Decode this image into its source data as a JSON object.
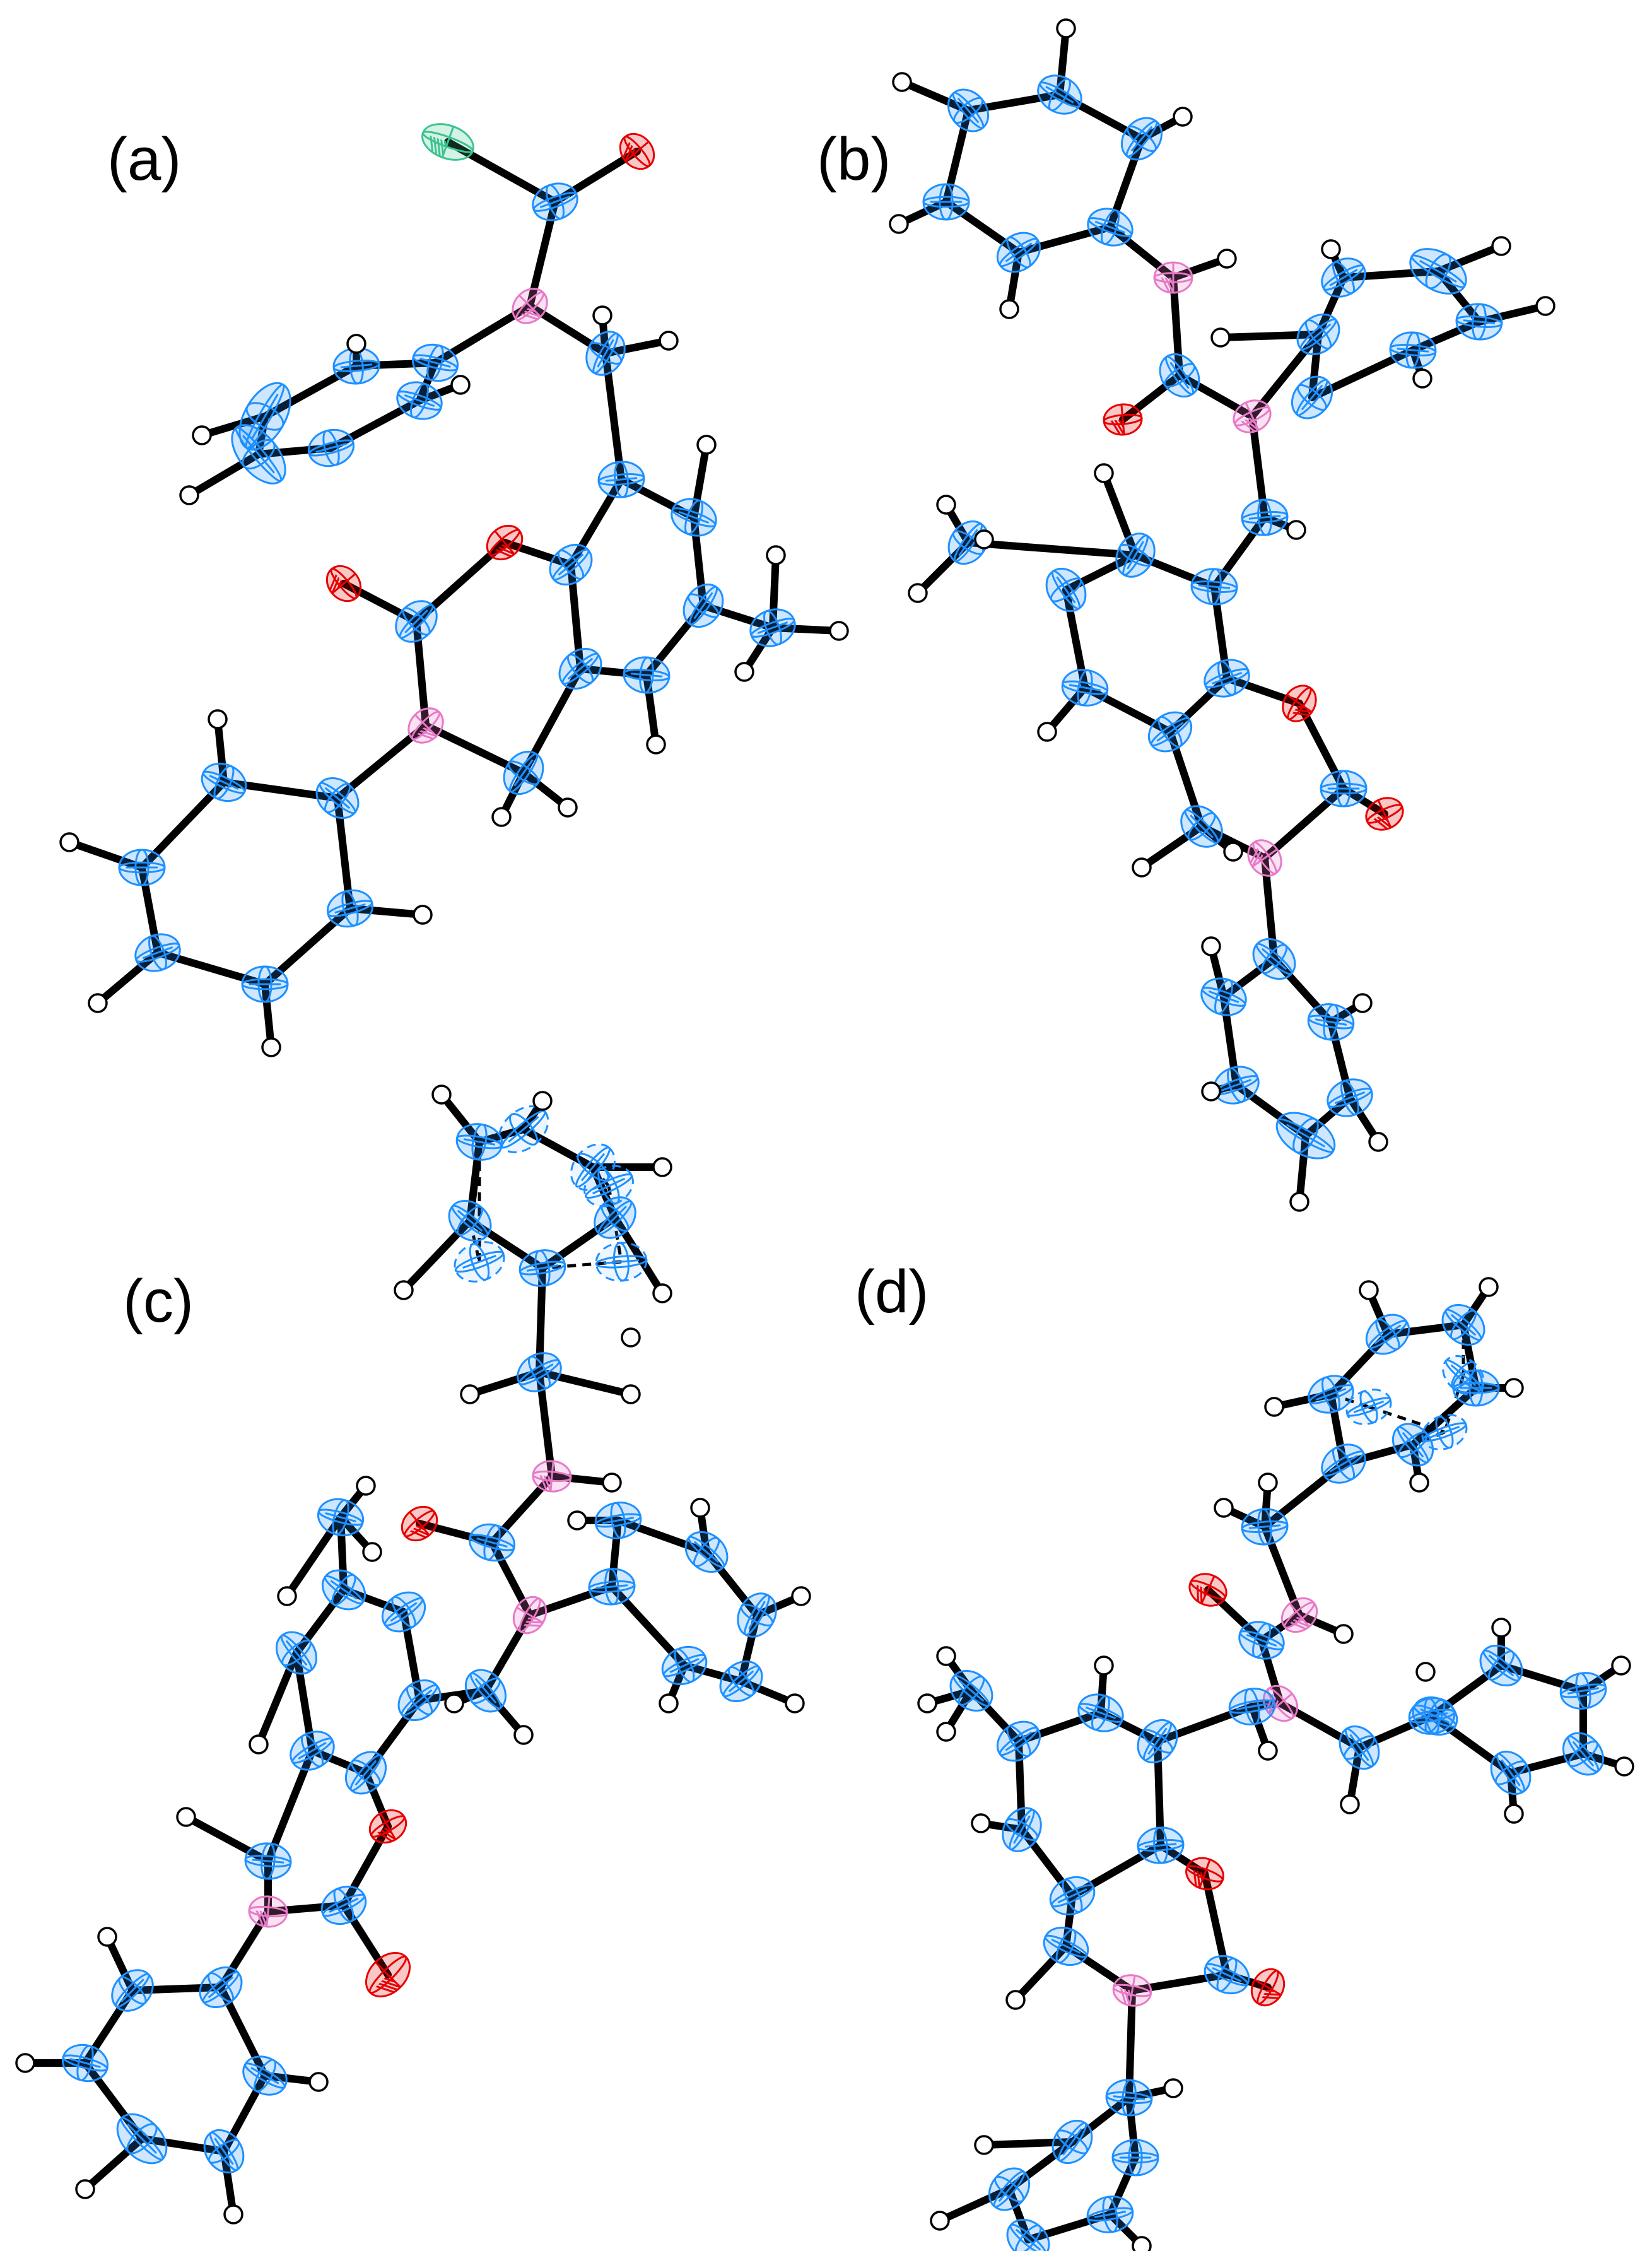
{
  "panels": [
    {
      "id": "a",
      "label": "(a)"
    },
    {
      "id": "b",
      "label": "(b)"
    },
    {
      "id": "c",
      "label": "(c)"
    },
    {
      "id": "d",
      "label": "(d)"
    }
  ],
  "colors": {
    "carbon": "#1e90ff",
    "nitrogen": "#e879c7",
    "oxygen": "#e60000",
    "chlorine": "#3bc48f",
    "hydrogen": "#ffffff",
    "bond": "#000000"
  },
  "atom_types": [
    "C",
    "N",
    "O",
    "Cl",
    "H"
  ],
  "representation": "thermal-ellipsoid"
}
